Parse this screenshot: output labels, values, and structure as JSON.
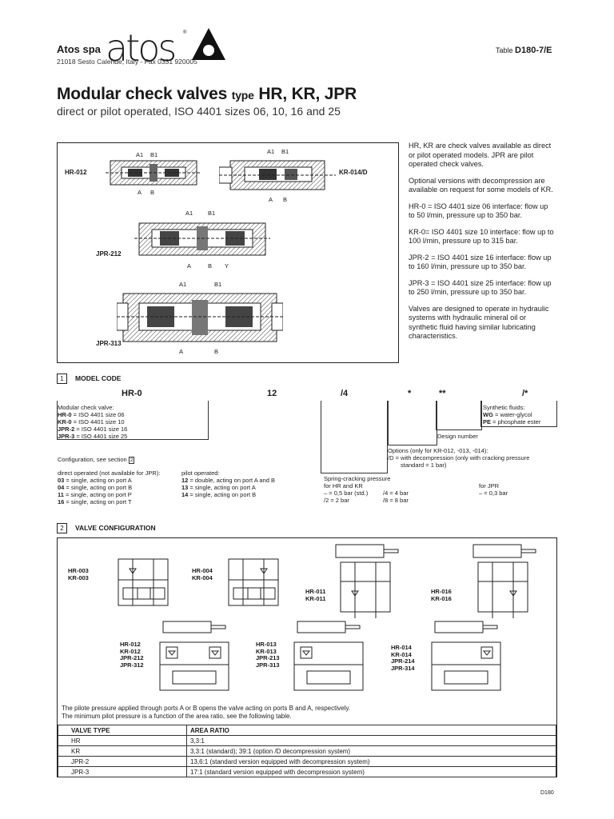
{
  "header": {
    "company": "Atos spa",
    "address": "21018 Sesto Calende,   Italy  -  Fax 0331 920005",
    "logo_text": "atos",
    "logo_mark": "®",
    "table_prefix": "Table",
    "table_code": "D180-7/E"
  },
  "title": {
    "main": "Modular check valves",
    "type_word": "type",
    "types": "HR, KR, JPR",
    "subtitle": "direct or pilot operated, ISO 4401 sizes 06, 10, 16 and 25"
  },
  "figure": {
    "labels": {
      "hr012": "HR-012",
      "kr014d": "KR-014/D",
      "jpr212": "JPR-212",
      "jpr313": "JPR-313",
      "a1": "A1",
      "b1": "B1",
      "a": "A",
      "b": "B",
      "y": "Y"
    }
  },
  "description": [
    "HR, KR are check valves available as direct or pilot operated models. JPR are pilot operated check valves.",
    "Optional versions with decompression are available on request for some models of KR.",
    "HR-0 = ISO 4401 size 06 interface: flow up to 50 l/min, pressure up to 350 bar.",
    "KR-0= ISO 4401 size 10 interface: flow up to 100 l/min, pressure up to 315 bar.",
    "JPR-2 = ISO 4401 size 16 interface: flow up to 160 l/min, pressure up to 350 bar.",
    "JPR-3 = ISO 4401 size 25 interface: flow up to 250 l/min, pressure up to 350 bar.",
    "Valves are designed to operate in hydraulic systems with hydraulic mineral oil or synthetic fluid having similar lubricating characteristics."
  ],
  "section1": {
    "num": "1",
    "title": "MODEL CODE",
    "codes": [
      "HR-0",
      "12",
      "/4",
      "*",
      "**",
      "/*"
    ],
    "modular_title": "Modular check valve:",
    "modular_items": [
      {
        "code": "HR-0",
        "text": " = ISO 4401 size 06"
      },
      {
        "code": "KR-0",
        "text": " = ISO 4401 size 10"
      },
      {
        "code": "JPR-2",
        "text": " = ISO 4401 size 16"
      },
      {
        "code": "JPR-3",
        "text": " = ISO 4401 size 25"
      }
    ],
    "config_note": "Configuration, see section",
    "config_ref": "2",
    "direct_title": "direct operated (not available for JPR):",
    "direct_items": [
      {
        "code": "03",
        "text": " = single, acting on port A"
      },
      {
        "code": "04",
        "text": " = single, acting on port B"
      },
      {
        "code": "11",
        "text": " = single, acting on port P"
      },
      {
        "code": "16",
        "text": " = single, acting on port T"
      }
    ],
    "pilot_title": "pilot operated:",
    "pilot_items": [
      {
        "code": "12",
        "text": " = double, acting on port A and B"
      },
      {
        "code": "13",
        "text": " = single, acting on port A"
      },
      {
        "code": "14",
        "text": " = single, acting on port B"
      }
    ],
    "spring_title": "Spring-cracking pressure",
    "spring_hr": "for HR and KR",
    "spring_jpr": "for JPR",
    "spring_items": [
      "– = 0,5 bar (std.)",
      "/4 = 4 bar",
      "/2 = 2 bar",
      "/8 = 8 bar"
    ],
    "spring_jpr_item": "– = 0,3 bar",
    "options_title": "Options (only for KR-012, -013, -014):",
    "options_item": "/D = with decompression (only with cracking pressure",
    "options_item2": "standard = 1 bar)",
    "design_number": "Design number",
    "synth_title": "Synthetic fluids:",
    "synth_items": [
      {
        "code": "WG",
        "text": " = water-glycol"
      },
      {
        "code": "PE",
        "text": " = phosphate ester"
      }
    ]
  },
  "section2": {
    "num": "2",
    "title": "VALVE CONFIGURATION",
    "cfg_labels": {
      "c1": [
        "HR-003",
        "KR-003"
      ],
      "c2": [
        "HR-004",
        "KR-004"
      ],
      "c3": [
        "HR-011",
        "KR-011"
      ],
      "c4": [
        "HR-016",
        "KR-016"
      ],
      "c5": [
        "HR-012",
        "KR-012",
        "JPR-212",
        "JPR-312"
      ],
      "c6": [
        "HR-013",
        "KR-013",
        "JPR-213",
        "JPR-313"
      ],
      "c7": [
        "HR-014",
        "KR-014",
        "JPR-214",
        "JPR-314"
      ]
    },
    "note1": "The pilote pressure applied through ports A or B opens the valve acting on ports B and A, respectively.",
    "note2": "The minimum pilot pressure is a function of the area ratio, see the following table.",
    "table": {
      "headers": [
        "VALVE TYPE",
        "AREA RATIO"
      ],
      "rows": [
        [
          "HR",
          "3,3:1"
        ],
        [
          "KR",
          "3,3:1 (standard); 39:1 (option /D decompression system)"
        ],
        [
          "JPR-2",
          "13,6:1 (standard version equipped with decompression system)"
        ],
        [
          "JPR-3",
          "17:1 (standard version equipped with decompression system)"
        ]
      ]
    }
  },
  "footer": {
    "code": "D180"
  }
}
